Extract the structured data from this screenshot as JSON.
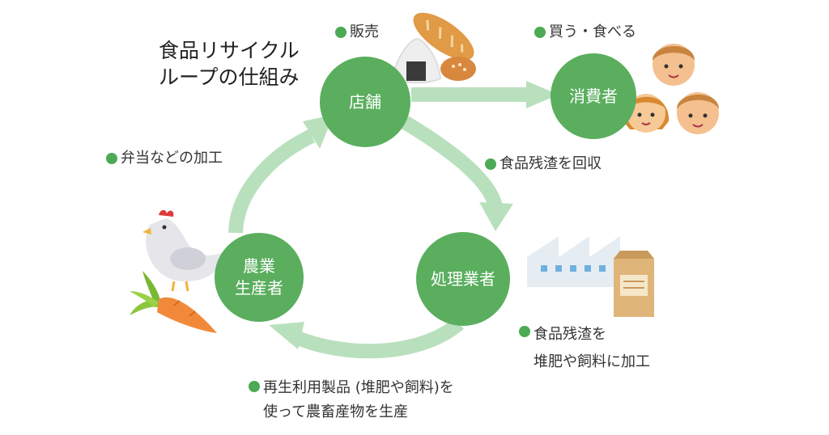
{
  "title": "食品リサイクル\nループの仕組み",
  "nodes": {
    "store": "店舗",
    "consumer": "消費者",
    "processor": "処理業者",
    "farmer": "農業\n生産者"
  },
  "labels": {
    "sales": "販売",
    "buy_eat": "買う・食べる",
    "collect": "食品残渣を回収",
    "process": "食品残渣を\n堆肥や飼料に加工",
    "produce": "再生利用製品 (堆肥や飼料)を\n使って農畜産物を生産",
    "bento": "弁当などの加工"
  },
  "colors": {
    "node": "#5aae5e",
    "arrow": "#b9e0bd",
    "bullet": "#4caa55"
  }
}
